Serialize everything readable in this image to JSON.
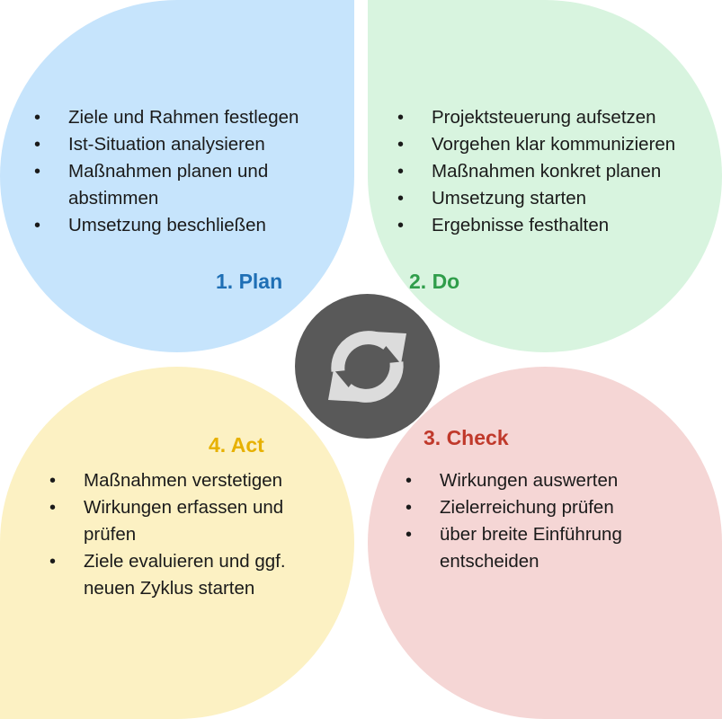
{
  "colors": {
    "plan_fill": "#c6e4fc",
    "plan_title": "#1f6fb5",
    "do_fill": "#d8f4df",
    "do_title": "#2f9d4a",
    "check_fill": "#f5d6d5",
    "check_title": "#c0392b",
    "act_fill": "#fcf1c3",
    "act_title": "#e7b100",
    "hub_fill": "#595959",
    "hub_icon": "#dcdcdc"
  },
  "hub": {
    "icon": "sync-arrows-icon"
  },
  "phases": {
    "plan": {
      "title": "1. Plan",
      "items": [
        "Ziele und Rahmen festlegen",
        "Ist-Situation analysieren",
        "Maßnahmen planen und abstimmen",
        "Umsetzung beschließen"
      ]
    },
    "do": {
      "title": "2. Do",
      "items": [
        "Projektsteuerung aufsetzen",
        "Vorgehen klar kommunizieren",
        "Maßnahmen konkret planen",
        "Umsetzung starten",
        "Ergebnisse festhalten"
      ]
    },
    "check": {
      "title": "3. Check",
      "items": [
        "Wirkungen auswerten",
        "Zielerreichung prüfen",
        "über breite Einführung entscheiden"
      ]
    },
    "act": {
      "title": "4. Act",
      "items": [
        "Maßnahmen verstetigen",
        "Wirkungen erfassen und prüfen",
        "Ziele evaluieren und ggf. neuen Zyklus starten"
      ]
    }
  }
}
